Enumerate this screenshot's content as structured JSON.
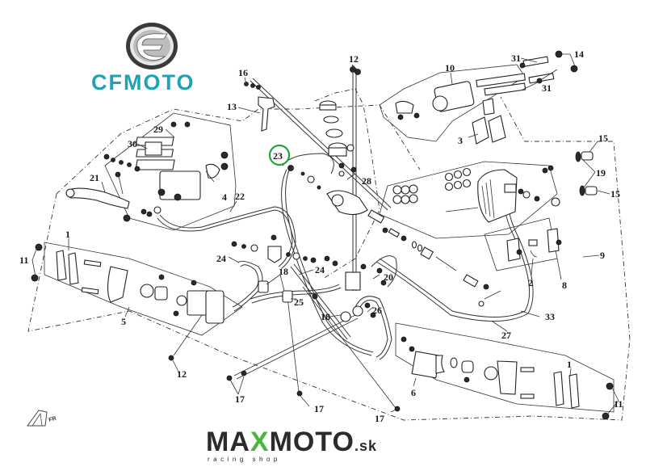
{
  "title": "CFMOTO brake system exploded parts diagram",
  "brand": {
    "name": "CFMOTO",
    "logo_icon": "cfmoto-emblem-icon",
    "color": "#1ea3b3"
  },
  "shop": {
    "name_part1": "MA",
    "name_x": "X",
    "name_part2": "MOTO",
    "domain": ".sk",
    "tagline": "racing shop",
    "accent_color": "#48b83c",
    "text_color": "#2b2b2b"
  },
  "highlight": {
    "callout": "23",
    "color": "#1fa33a"
  },
  "front_indicator_icon": "front-direction-arrow-icon",
  "front_indicator_label": "FR",
  "callouts": [
    {
      "id": "c-12a",
      "label": "12"
    },
    {
      "id": "c-16",
      "label": "16"
    },
    {
      "id": "c-13",
      "label": "13"
    },
    {
      "id": "c-10",
      "label": "10"
    },
    {
      "id": "c-31a",
      "label": "31"
    },
    {
      "id": "c-14",
      "label": "14"
    },
    {
      "id": "c-31b",
      "label": "31"
    },
    {
      "id": "c-3",
      "label": "3"
    },
    {
      "id": "c-29",
      "label": "29"
    },
    {
      "id": "c-30",
      "label": "30"
    },
    {
      "id": "c-23",
      "label": "23"
    },
    {
      "id": "c-28",
      "label": "28"
    },
    {
      "id": "c-15a",
      "label": "15"
    },
    {
      "id": "c-19",
      "label": "19"
    },
    {
      "id": "c-15b",
      "label": "15"
    },
    {
      "id": "c-21",
      "label": "21"
    },
    {
      "id": "c-4",
      "label": "4"
    },
    {
      "id": "c-22",
      "label": "22"
    },
    {
      "id": "c-9",
      "label": "9"
    },
    {
      "id": "c-1a",
      "label": "1"
    },
    {
      "id": "c-11a",
      "label": "11"
    },
    {
      "id": "c-24a",
      "label": "24"
    },
    {
      "id": "c-18a",
      "label": "18"
    },
    {
      "id": "c-24b",
      "label": "24"
    },
    {
      "id": "c-20",
      "label": "20"
    },
    {
      "id": "c-2",
      "label": "2"
    },
    {
      "id": "c-8",
      "label": "8"
    },
    {
      "id": "c-5",
      "label": "5"
    },
    {
      "id": "c-25",
      "label": "25"
    },
    {
      "id": "c-18b",
      "label": "18"
    },
    {
      "id": "c-26",
      "label": "26"
    },
    {
      "id": "c-33",
      "label": "33"
    },
    {
      "id": "c-27",
      "label": "27"
    },
    {
      "id": "c-12b",
      "label": "12"
    },
    {
      "id": "c-6",
      "label": "6"
    },
    {
      "id": "c-1b",
      "label": "1"
    },
    {
      "id": "c-17a",
      "label": "17"
    },
    {
      "id": "c-17b",
      "label": "17"
    },
    {
      "id": "c-17c",
      "label": "17"
    },
    {
      "id": "c-11b",
      "label": "11"
    }
  ]
}
